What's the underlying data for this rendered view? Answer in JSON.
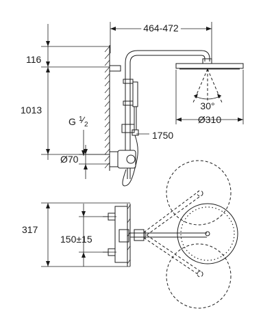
{
  "dimensions": {
    "arm_length": "464-472",
    "top_height": "116",
    "column_height": "1013",
    "thread_g": "G",
    "thread_fraction_num": "1",
    "thread_fraction_den": "2",
    "rosette_diameter": "Ø70",
    "hose_length": "1750",
    "swivel_angle": "30°",
    "head_diameter": "Ø310",
    "depth": "317",
    "connection_spacing": "150±15"
  }
}
